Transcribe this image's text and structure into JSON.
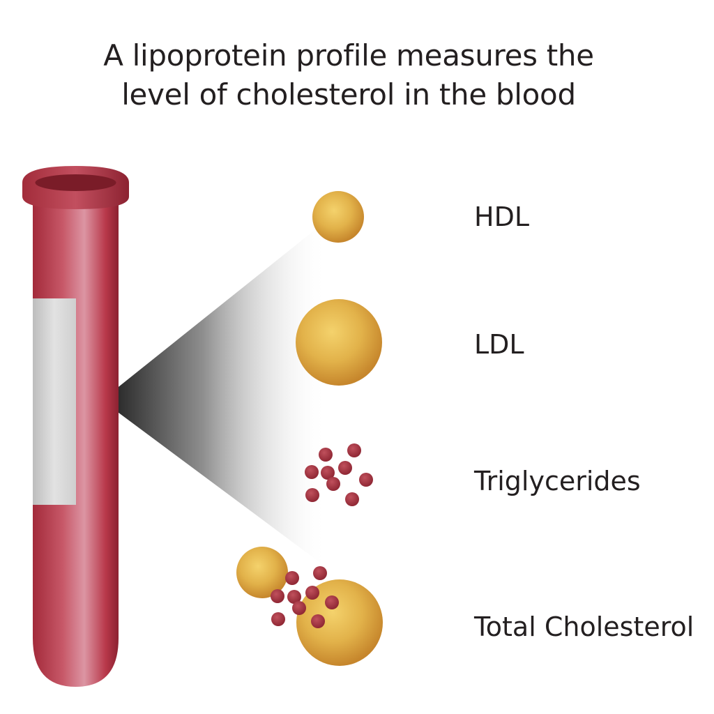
{
  "title": {
    "line1": "A lipoprotein profile measures the",
    "line2": "level of cholesterol in the blood"
  },
  "items": [
    {
      "label": "HDL"
    },
    {
      "label": "LDL"
    },
    {
      "label": "Triglycerides"
    },
    {
      "label": "Total Cholesterol"
    }
  ],
  "colors": {
    "tube": "#b8384a",
    "tube_highlight": "#d88a9a",
    "tube_rim": "#8e2430",
    "label_strip": "#d4d4d4",
    "particle": "#e2b24a",
    "particle_edge": "#c98a2e",
    "triglyceride": "#a0303c",
    "text": "#231f20"
  }
}
